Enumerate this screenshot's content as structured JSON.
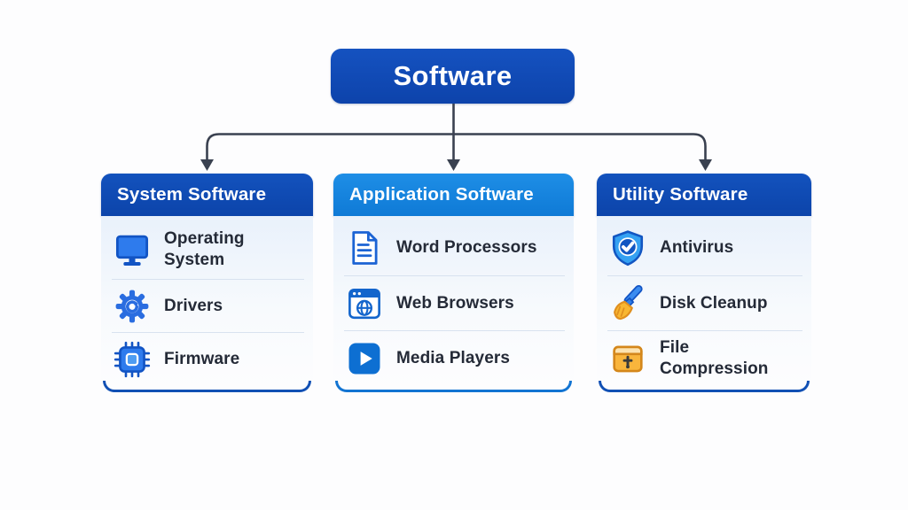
{
  "root": {
    "label": "Software",
    "color": "#0f49b4"
  },
  "connector": {
    "color": "#3a4150"
  },
  "colors": {
    "dark_blue_header": "#0e4bb3",
    "light_blue_header": "#1585e0",
    "dark_blue_accent": "#1150b4",
    "light_blue_accent": "#1274d2",
    "item_text": "#242a37",
    "divider": "#d8e2ef",
    "body_tint_top": "#e9f1fb",
    "page_background": "#fdfdfe"
  },
  "cards": [
    {
      "id": "system-software",
      "title": "System Software",
      "header_color": "#0e4bb3",
      "accent_color": "#1150b4",
      "items": [
        {
          "icon": "monitor-icon",
          "label": "Operating System"
        },
        {
          "icon": "gear-icon",
          "label": "Drivers"
        },
        {
          "icon": "chip-icon",
          "label": "Firmware"
        }
      ]
    },
    {
      "id": "application-software",
      "title": "Application Software",
      "header_color": "#1585e0",
      "accent_color": "#1274d2",
      "items": [
        {
          "icon": "document-icon",
          "label": "Word Processors"
        },
        {
          "icon": "browser-globe-icon",
          "label": "Web Browsers"
        },
        {
          "icon": "play-icon",
          "label": "Media Players"
        }
      ]
    },
    {
      "id": "utility-software",
      "title": "Utility Software",
      "header_color": "#0e4bb3",
      "accent_color": "#1150b4",
      "items": [
        {
          "icon": "shield-check-icon",
          "label": "Antivirus"
        },
        {
          "icon": "broom-icon",
          "label": "Disk Cleanup"
        },
        {
          "icon": "archive-zip-icon",
          "label": "File Compression"
        }
      ]
    }
  ]
}
